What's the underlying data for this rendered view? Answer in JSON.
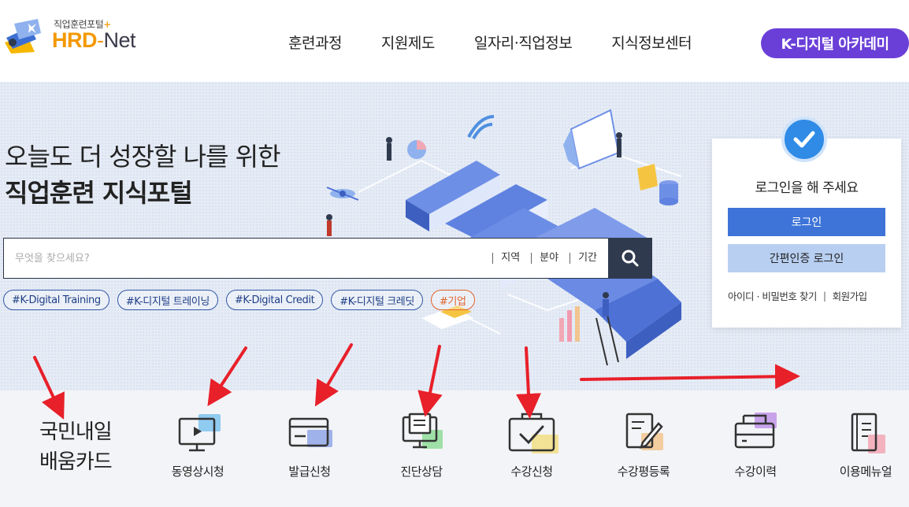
{
  "header": {
    "logo_sub": "직업훈련포털",
    "logo_plus": "+",
    "logo_hrd": "HRD",
    "logo_dash": "-",
    "logo_net": "Net",
    "nav": [
      "훈련과정",
      "지원제도",
      "일자리·직업정보",
      "지식정보센터"
    ],
    "kdigital": "K-디지털 아카데미"
  },
  "hero": {
    "line1": "오늘도 더 성장할 나를 위한",
    "line2": "직업훈련 지식포털",
    "search": {
      "placeholder": "무엇을 찾으세요?",
      "filters": [
        "지역",
        "분야",
        "기간"
      ]
    },
    "tags": [
      "#K-Digital Training",
      "#K-디지털 트레이닝",
      "#K-Digital Credit",
      "#K-디지털 크레딧",
      "#기업"
    ]
  },
  "login": {
    "title": "로그인을 해 주세요",
    "login_button": "로그인",
    "easy_button": "간편인증 로그인",
    "find_link": "아이디 · 비밀번호 찾기",
    "divider": "|",
    "join_link": "회원가입"
  },
  "quick_menu": {
    "title_line1": "국민내일",
    "title_line2": "배움카드",
    "items": [
      {
        "label": "동영상시청",
        "icon": "video-monitor-icon",
        "accent": "#7ec3ee"
      },
      {
        "label": "발급신청",
        "icon": "card-icon",
        "accent": "#8fa6e6"
      },
      {
        "label": "진단상담",
        "icon": "consult-screen-icon",
        "accent": "#8edc9a"
      },
      {
        "label": "수강신청",
        "icon": "checkbox-tray-icon",
        "accent": "#f2e08a"
      },
      {
        "label": "수강평등록",
        "icon": "review-pen-icon",
        "accent": "#f2c48f"
      },
      {
        "label": "수강이력",
        "icon": "history-tray-icon",
        "accent": "#c39ae8"
      },
      {
        "label": "이용메뉴얼",
        "icon": "manual-book-icon",
        "accent": "#f2a7b4"
      }
    ]
  },
  "colors": {
    "brand_orange": "#f39800",
    "kdigital_purple": "#6a3fd8",
    "login_blue": "#3e74d8",
    "search_dark": "#2f3a4e",
    "annotation_red": "#e8202a"
  }
}
